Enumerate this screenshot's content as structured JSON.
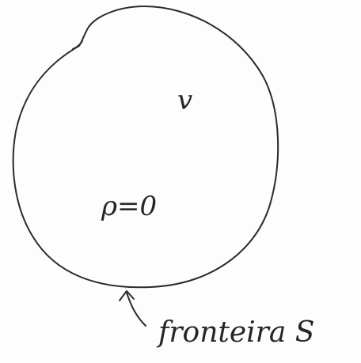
{
  "diagram": {
    "region_label": "v",
    "equation_label": "ρ=0",
    "boundary_label": "fronteira S"
  }
}
